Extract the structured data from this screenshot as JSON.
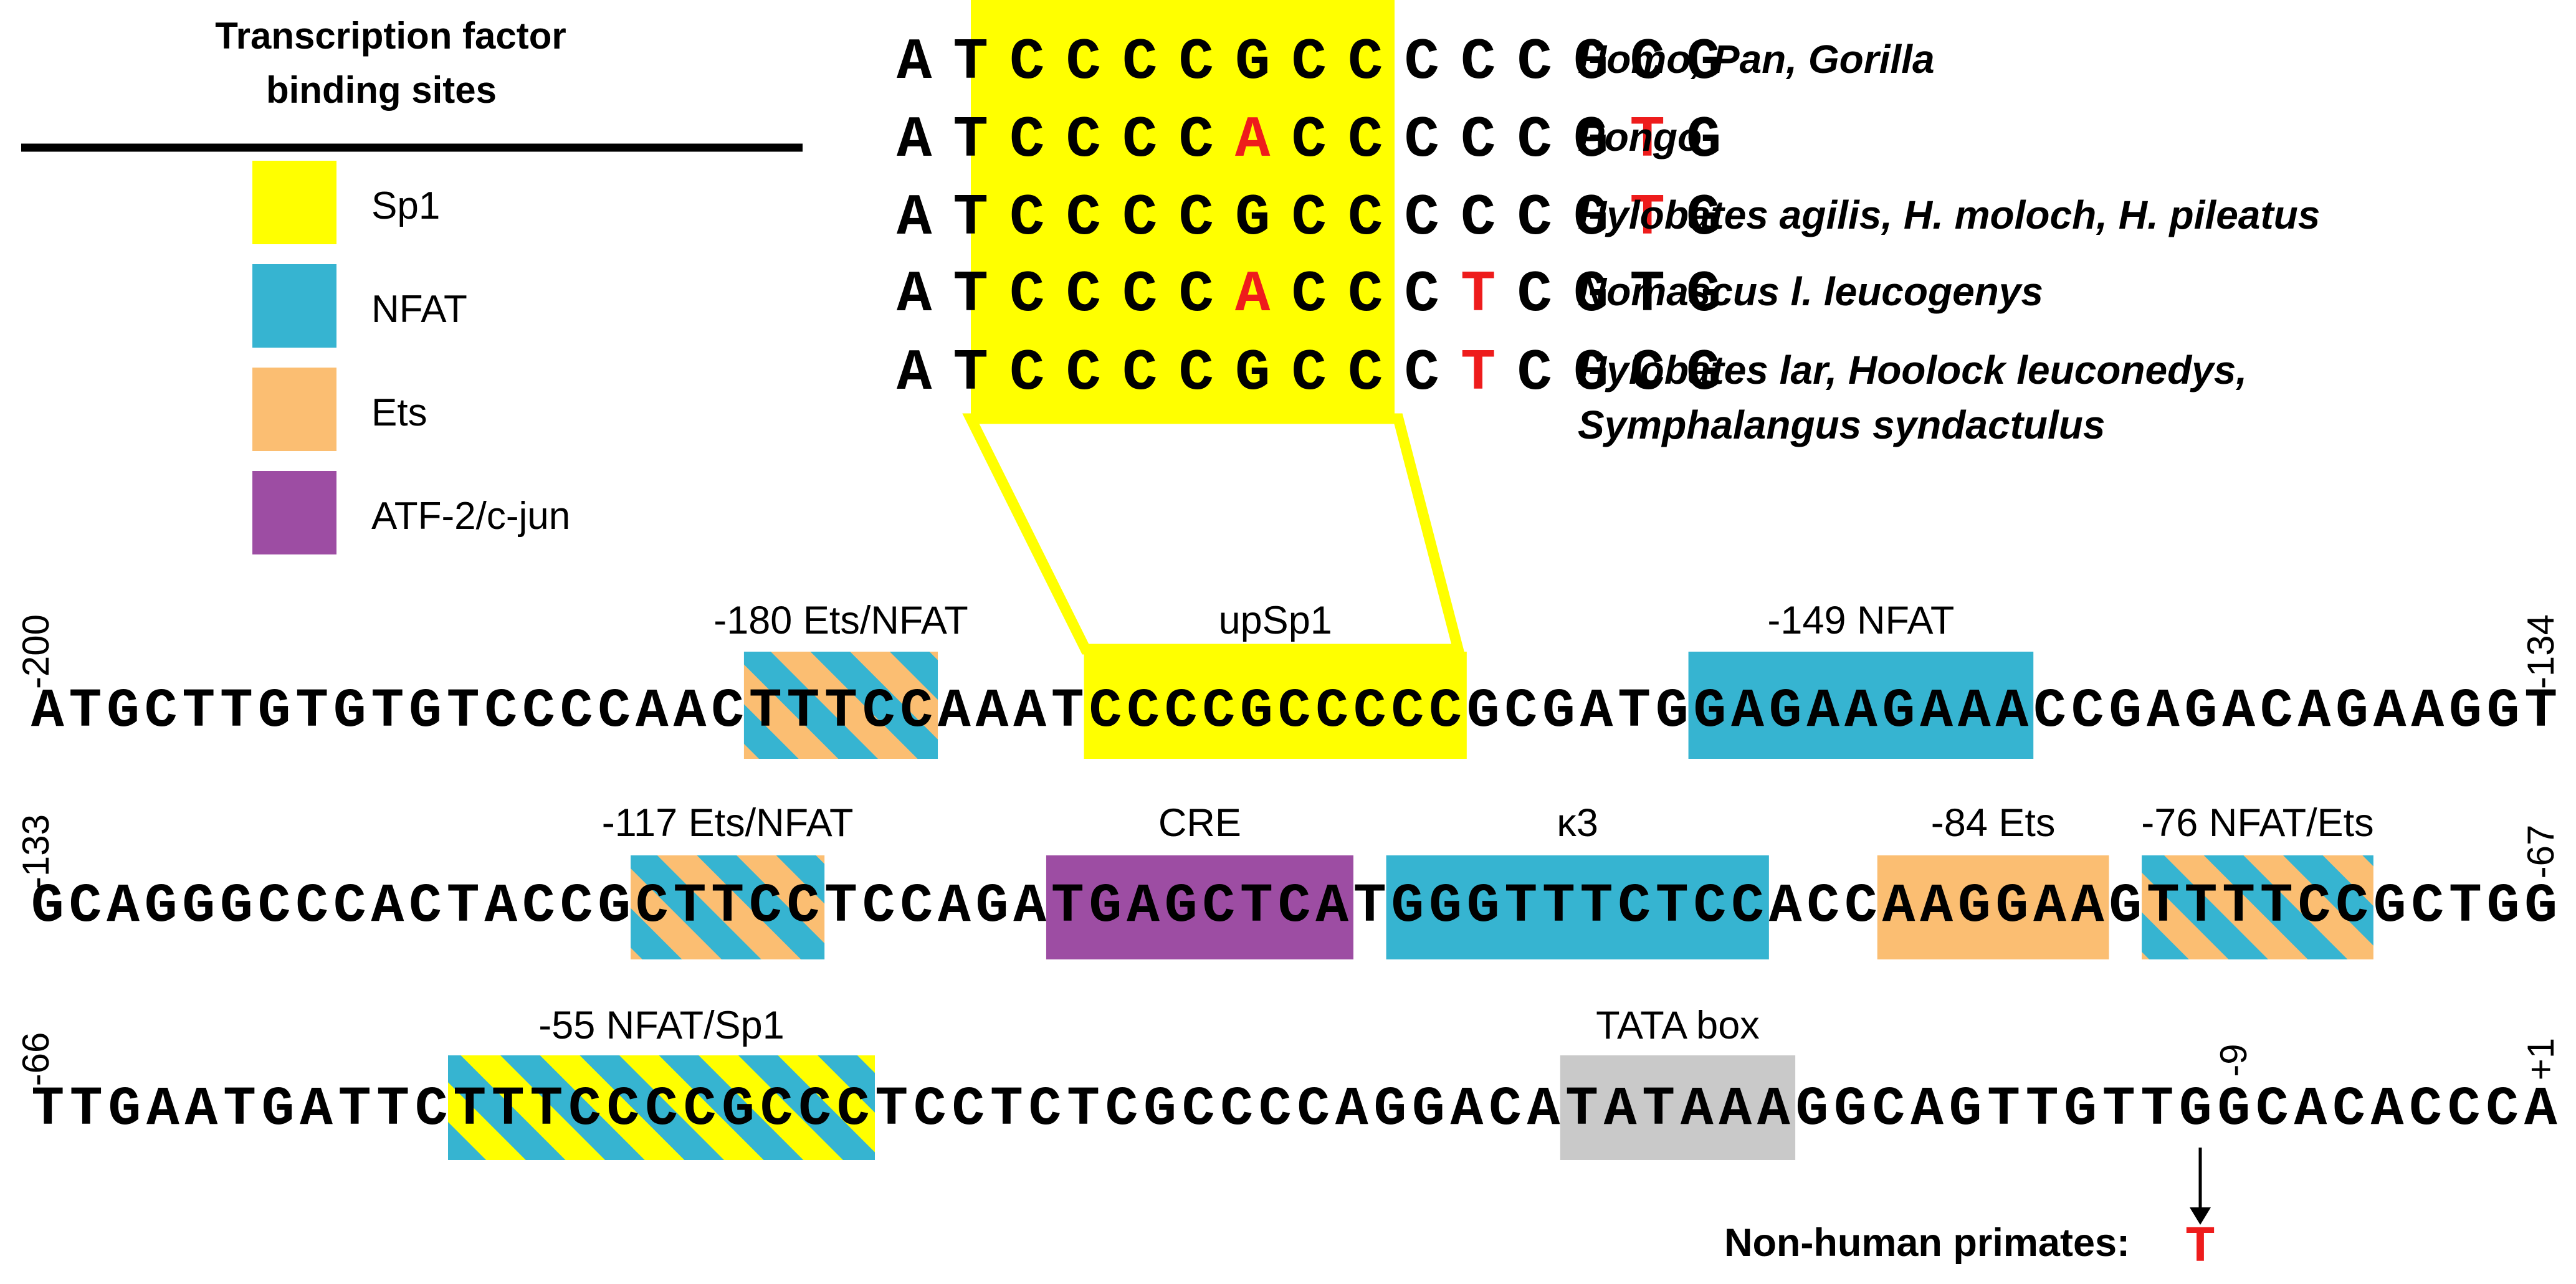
{
  "colors": {
    "sp1": "#ffff00",
    "nfat": "#36b4d1",
    "ets": "#fbbe72",
    "atf": "#9d4da3",
    "tata": "#c9c9c9",
    "mutation": "#ee1c1c",
    "text": "#000000"
  },
  "legend": {
    "title_line1": "Transcription factor",
    "title_line2": "binding sites",
    "items": [
      {
        "label": "Sp1",
        "color": "#ffff00"
      },
      {
        "label": "NFAT",
        "color": "#36b4d1"
      },
      {
        "label": "Ets",
        "color": "#fbbe72"
      },
      {
        "label": "ATF-2/c-jun",
        "color": "#9d4da3"
      }
    ]
  },
  "alignment": {
    "rows": [
      {
        "seq": "ATCCCCGCCCCCGCG",
        "mut": [],
        "species": [
          "Homo, Pan, Gorilla"
        ]
      },
      {
        "seq": "ATCCCCACCCCCGTG",
        "mut": [
          6,
          13
        ],
        "species": [
          "Pongo"
        ]
      },
      {
        "seq": "ATCCCCGCCCCCGTG",
        "mut": [
          13
        ],
        "species": [
          "Hylobates agilis, H. moloch, H. pileatus"
        ]
      },
      {
        "seq": "ATCCCCACCCTCGTG",
        "mut": [
          6,
          10
        ],
        "species": [
          "Nomascus l. leucogenys"
        ]
      },
      {
        "seq": "ATCCCCGCCCTCGCG",
        "mut": [
          10
        ],
        "species": [
          "Hylobates lar, Hoolock leuconedys,",
          "Symphalangus syndactulus"
        ]
      }
    ]
  },
  "sequence_rows": [
    {
      "seq": "ATGCTTGTGTGTCCCCAACTTTCCAAATCCCCGCCCCCGCGATGGAGAAGAAACCGAGACAGAAGGT",
      "start_label": "-200",
      "end_label": "-134",
      "sites": [
        {
          "label": "-180 Ets/NFAT",
          "start": 19,
          "end": 24,
          "pattern": "ets-nfat"
        },
        {
          "label": "upSp1",
          "start": 28,
          "end": 38,
          "pattern": "sp1"
        },
        {
          "label": "-149 NFAT",
          "start": 44,
          "end": 53,
          "pattern": "nfat"
        }
      ]
    },
    {
      "seq": "GCAGGGCCCACTACCGCTTCCTCCAGATGAGCTCATGGGTTTCTCCACCAAGGAAGTTTTCCGCTGG",
      "start_label": "-133",
      "end_label": "-67",
      "sites": [
        {
          "label": "-117 Ets/NFAT",
          "start": 16,
          "end": 21,
          "pattern": "ets-nfat"
        },
        {
          "label": "CRE",
          "start": 27,
          "end": 35,
          "pattern": "atf"
        },
        {
          "label": "κ3",
          "start": 36,
          "end": 46,
          "pattern": "nfat"
        },
        {
          "label": "-84 Ets",
          "start": 49,
          "end": 55,
          "pattern": "ets"
        },
        {
          "label": "-76 NFAT/Ets",
          "start": 56,
          "end": 62,
          "pattern": "ets-nfat"
        }
      ]
    },
    {
      "seq": "TTGAATGATTCTTTCCCCGCCCTCCTCTCGCCCCAGGACATATAAAGGCAGTTGTTGGCACACCCA",
      "start_label": "-66",
      "end_label": "+1",
      "sites": [
        {
          "label": "-55 NFAT/Sp1",
          "start": 11,
          "end": 22,
          "pattern": "sp1-nfat"
        },
        {
          "label": "TATA box",
          "start": 40,
          "end": 46,
          "pattern": "tata"
        }
      ]
    }
  ],
  "mutation_note": {
    "position_label": "-9",
    "nucleotide_index": 57,
    "text": "Non-human primates:",
    "base": "T"
  }
}
